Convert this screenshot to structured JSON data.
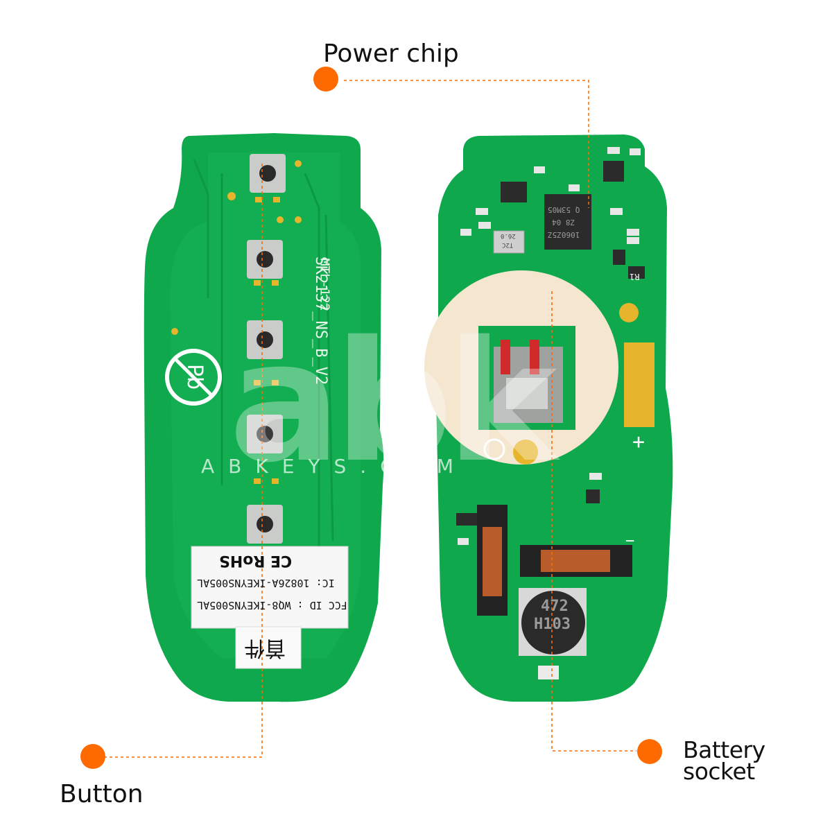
{
  "callouts": {
    "power_chip": "Power chip",
    "button": "Button",
    "battery_line1": "Battery",
    "battery_line2": "socket"
  },
  "left_board": {
    "silkscreen_model": "SK2137_NS_B_V2",
    "silkscreen_mtl": "MTL-122",
    "pb_free_symbol": "Pb",
    "sticker": {
      "certs": "CE RoHS",
      "ic_line": "IC:  10826A-IKEYNS005AL",
      "fcc_line": "FCC ID : WQ8-IKEYNS005AL",
      "tag": "首件"
    }
  },
  "right_board": {
    "chip_line1": "Q 53M05",
    "chip_line2": "Z8 04",
    "chip_line3": "1060Z5Z",
    "crystal_line1": "26.0",
    "crystal_line2": "T2C",
    "inductor_line1": "472",
    "inductor_line2": "H103",
    "minus_sign": "−",
    "plus_sign": "+",
    "r1_label": "R1"
  },
  "watermark": {
    "logo": "abk",
    "url": "ABKEYS.COM"
  },
  "colors": {
    "pcb_green": "#0faa4e",
    "pcb_edge": "#0a9a44",
    "callout_orange": "#ff6a00",
    "battery_pad": "#f4e6cf",
    "gold_pad": "#e7b52b"
  }
}
